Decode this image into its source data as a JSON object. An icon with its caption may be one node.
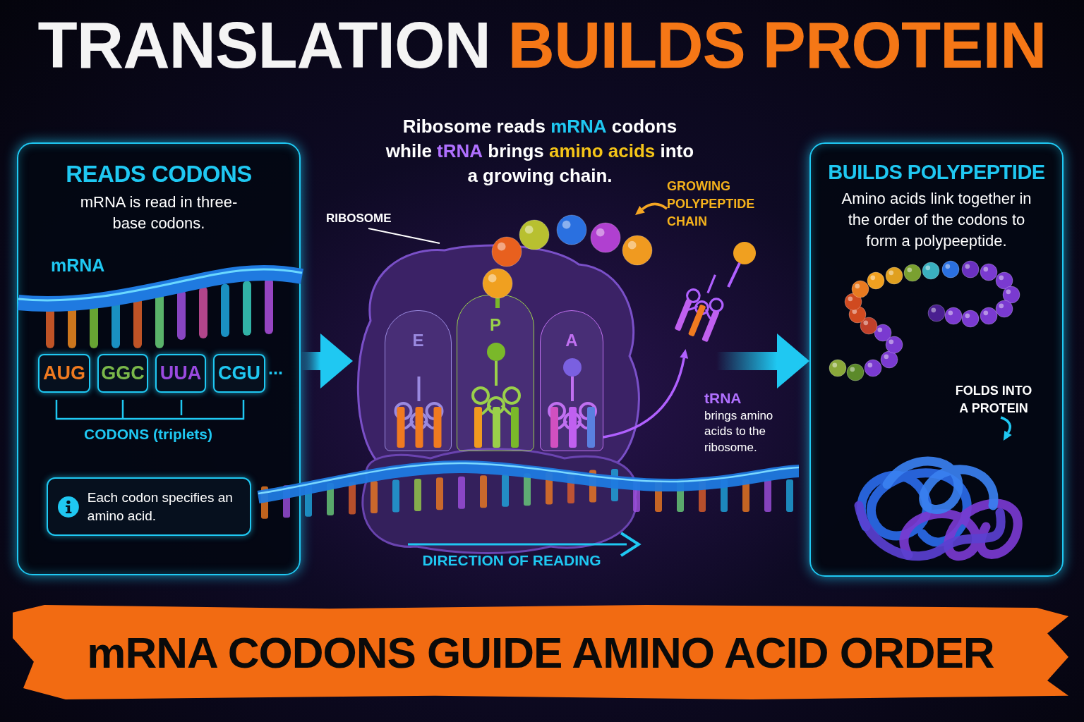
{
  "diagram": {
    "title": "TRANSLATION **BUILDS PROTEIN**",
    "caption": "mRNA CODONS GUIDE AMINO ACID ORDER",
    "nodes": [
      {
        "text": [
          "READS CODONS",
          "mRNA is read in three-base codons."
        ]
      },
      {
        "text": [
          "AUG"
        ],
        "in": 0
      },
      {
        "text": [
          "GGC"
        ],
        "in": 0
      },
      {
        "text": [
          "UUA"
        ],
        "in": 0
      },
      {
        "text": [
          "CGU"
        ],
        "in": 0,
        "beside": [
          "..."
        ]
      },
      {
        "text": [
          "Each codon specifies an amino acid."
        ],
        "in": 0
      },
      {
        "text": [],
        "shape": "picture"
      },
      {
        "text": [
          "E"
        ],
        "in": 6
      },
      {
        "text": [
          "P"
        ],
        "in": 6
      },
      {
        "text": [
          "A"
        ],
        "in": 6
      },
      {
        "text": [
          "RIBOSOME"
        ]
      },
      {
        "text": [
          "GROWING POLYPEPTIDE CHAIN"
        ]
      },
      {
        "text": [],
        "shape": "picture"
      },
      {
        "text": [],
        "shape": "picture",
        "beside": [
          "tRNA",
          "brings amino acids to the ribosome."
        ]
      },
      {
        "text": [
          "BUILDS POLYPEPTIDE",
          "Amino acids link together in the order of the codons to form a polypeeptide."
        ]
      },
      {
        "text": [],
        "shape": "picture",
        "in": 14
      },
      {
        "text": [
          "FOLDS INTO A PROTEIN"
        ],
        "in": 14
      },
      {
        "text": [],
        "shape": "picture",
        "in": 14
      }
    ],
    "edges": [
      {
        "from": 0,
        "to": 6,
        "arrow": "to",
        "style": "thick"
      },
      {
        "from": 6,
        "to": 14,
        "arrow": "to",
        "style": "thick"
      },
      {
        "from": 10,
        "to": 6,
        "arrow": "none",
        "color": "#ffffff"
      },
      {
        "from": 11,
        "to": 12,
        "arrow": "to",
        "color": "#f5a623"
      },
      {
        "from": 9,
        "to": 13,
        "arrow": "to",
        "color": "#b060ff"
      },
      {
        "from": 16,
        "to": 17,
        "arrow": "to",
        "color": "#1fc8f2"
      }
    ],
    "labels": [
      "Ribosome reads **mRNA** codons while **tRNA** brings **amino acids** into a growing chain.",
      "mRNA",
      "CODONS (triplets)",
      "DIRECTION OF READING"
    ]
  }
}
